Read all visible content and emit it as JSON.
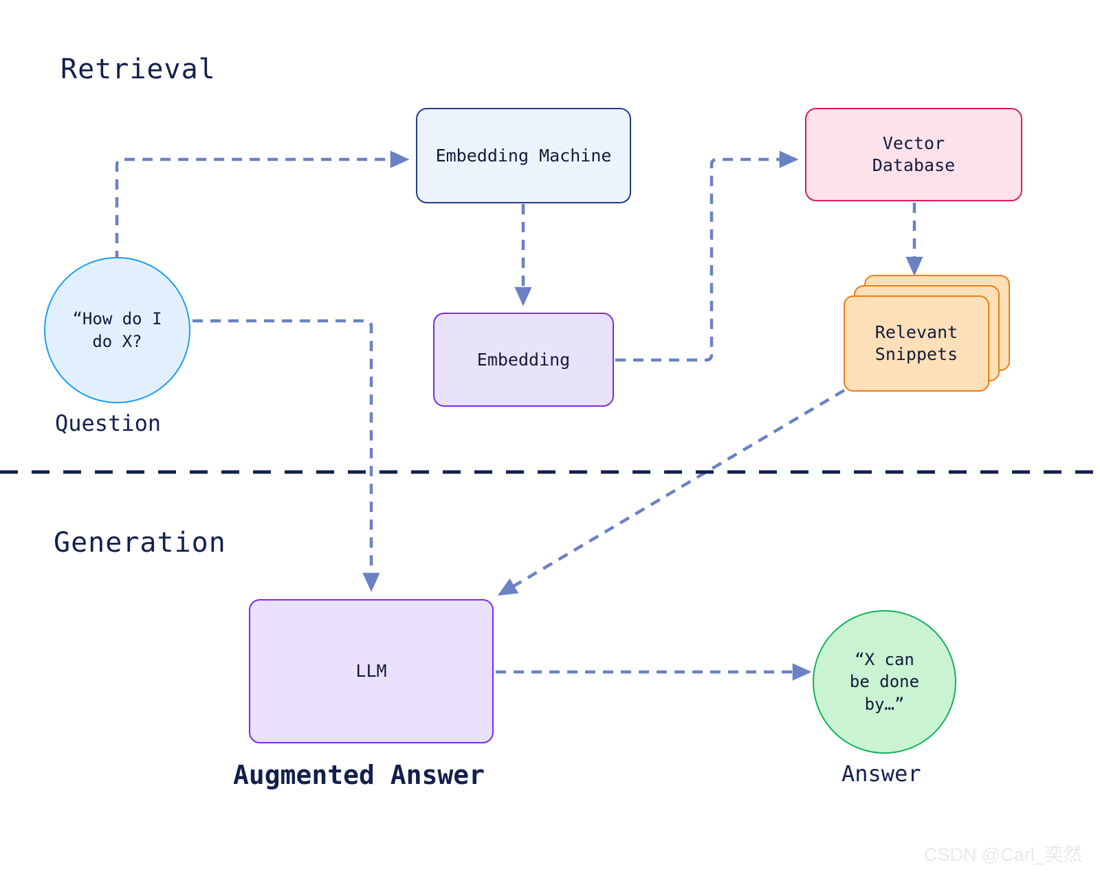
{
  "sections": [
    {
      "id": "retrieval",
      "label": "Retrieval"
    },
    {
      "id": "generation",
      "label": "Generation"
    }
  ],
  "nodes": {
    "question": {
      "label": "“How do I\ndo X?",
      "caption": "Question",
      "shape": "circle",
      "fill": "#e2f0fd",
      "stroke": "#1a9df5"
    },
    "embedding_machine": {
      "label": "Embedding Machine",
      "shape": "rounded-rect",
      "fill": "#edf3fd",
      "stroke": "#1f3a8a"
    },
    "embedding": {
      "label": "Embedding",
      "shape": "rounded-rect",
      "fill": "#e9e2fb",
      "stroke": "#7c2ae8"
    },
    "vector_database": {
      "label": "Vector\nDatabase",
      "shape": "rounded-rect",
      "fill": "#fde2ea",
      "stroke": "#d81b5f"
    },
    "relevant_snippets": {
      "label": "Relevant\nSnippets",
      "shape": "stacked-cards",
      "stack_count": 3,
      "fill": "#fde0b8",
      "stroke": "#f07c12"
    },
    "llm": {
      "label": "LLM",
      "caption": "Augmented Answer",
      "shape": "rounded-rect",
      "fill": "#e9e1fb",
      "stroke": "#7c2ae8"
    },
    "answer": {
      "label": "“X can\nbe done\nby…”",
      "caption": "Answer",
      "shape": "circle",
      "fill": "#c9f3d1",
      "stroke": "#12b15e"
    }
  },
  "edges": [
    {
      "from": "question",
      "to": "embedding_machine",
      "style": "dashed-elbow"
    },
    {
      "from": "embedding_machine",
      "to": "embedding",
      "style": "dashed-straight"
    },
    {
      "from": "embedding",
      "to": "vector_database",
      "style": "dashed-elbow"
    },
    {
      "from": "vector_database",
      "to": "relevant_snippets",
      "style": "dashed-straight"
    },
    {
      "from": "relevant_snippets",
      "to": "llm",
      "style": "dashed-diagonal"
    },
    {
      "from": "question",
      "to": "llm",
      "style": "dashed-elbow"
    },
    {
      "from": "llm",
      "to": "answer",
      "style": "dashed-straight"
    }
  ],
  "divider": {
    "style": "dashed",
    "color": "#12204d"
  },
  "colors": {
    "text": "#12204d",
    "edge": "#6a81c4",
    "divider": "#12204d",
    "background": "#ffffff"
  },
  "watermark": {
    "text": "CSDN @Carl_奕然"
  }
}
